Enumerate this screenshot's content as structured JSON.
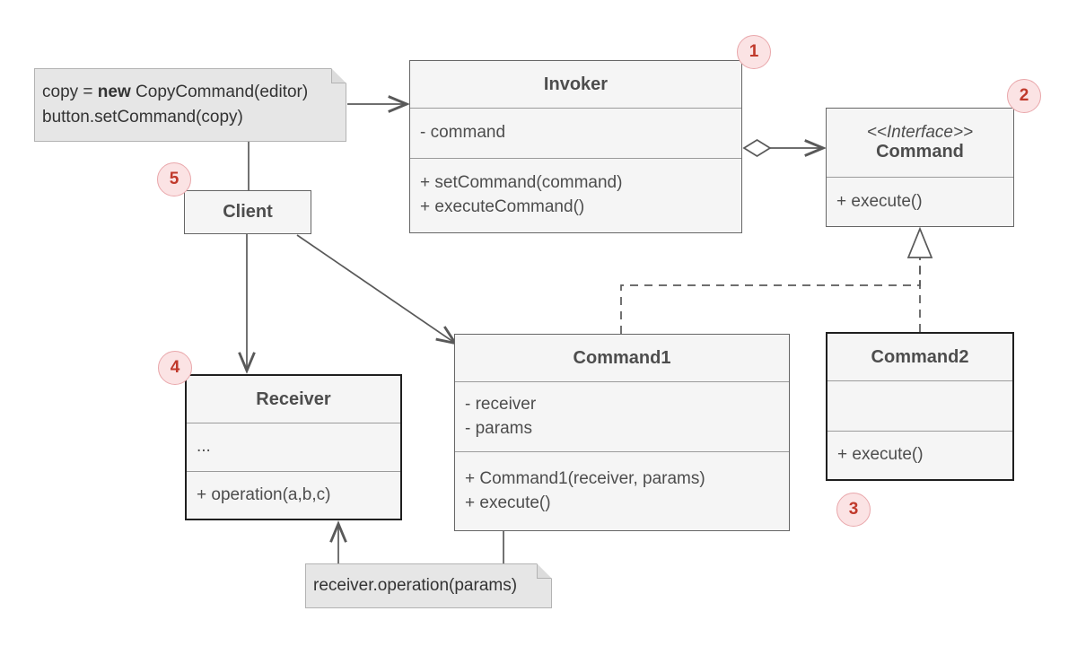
{
  "diagram": {
    "title": "Command design pattern UML class diagram",
    "background_color": "#ffffff",
    "line_color": "#595959",
    "box_fill": "#f5f5f5",
    "box_border": "#666666",
    "note_fill": "#e6e6e6",
    "badge_fill": "#fbe3e4",
    "badge_border": "#e9a7ab",
    "badge_text_color": "#c0392b"
  },
  "classes": {
    "invoker": {
      "name": "Invoker",
      "attributes": [
        "- command"
      ],
      "operations": [
        "+ setCommand(command)",
        "+ executeCommand()"
      ]
    },
    "command": {
      "stereotype": "<<Interface>>",
      "name": "Command",
      "operations": [
        "+ execute()"
      ]
    },
    "client": {
      "name": "Client"
    },
    "receiver": {
      "name": "Receiver",
      "attributes": [
        "..."
      ],
      "operations": [
        "+ operation(a,b,c)"
      ]
    },
    "command1": {
      "name": "Command1",
      "attributes": [
        "- receiver",
        "- params"
      ],
      "operations": [
        "+ Command1(receiver, params)",
        "+ execute()"
      ]
    },
    "command2": {
      "name": "Command2",
      "attributes": [
        ""
      ],
      "operations": [
        "+ execute()"
      ]
    }
  },
  "notes": {
    "client_code": {
      "line1_prefix": "copy = ",
      "line1_keyword": "new",
      "line1_suffix": " CopyCommand(editor)",
      "line2": "button.setCommand(copy)"
    },
    "receiver_call": {
      "line1": "receiver.operation(params)"
    }
  },
  "badges": [
    {
      "id": "badge-1",
      "label": "1"
    },
    {
      "id": "badge-2",
      "label": "2"
    },
    {
      "id": "badge-3",
      "label": "3"
    },
    {
      "id": "badge-4",
      "label": "4"
    },
    {
      "id": "badge-5",
      "label": "5"
    }
  ],
  "relationships": [
    {
      "name": "note-to-invoker",
      "from": "client_code_note",
      "to": "invoker",
      "type": "open-arrow"
    },
    {
      "name": "note-to-client",
      "from": "client_code_note",
      "to": "client",
      "type": "plain-line"
    },
    {
      "name": "invoker-aggregates-command",
      "from": "invoker",
      "to": "command",
      "type": "aggregation-open-arrow"
    },
    {
      "name": "client-to-receiver",
      "from": "client",
      "to": "receiver",
      "type": "open-arrow"
    },
    {
      "name": "client-to-command1",
      "from": "client",
      "to": "command1",
      "type": "open-arrow"
    },
    {
      "name": "command1-realizes-command",
      "from": "command1",
      "to": "command",
      "type": "dashed-hollow-triangle"
    },
    {
      "name": "command2-realizes-command",
      "from": "command2",
      "to": "command",
      "type": "dashed-hollow-triangle"
    },
    {
      "name": "receiver-call-note-to-receiver",
      "from": "receiver_call_note",
      "to": "receiver",
      "type": "open-arrow"
    },
    {
      "name": "receiver-call-note-to-command1",
      "from": "receiver_call_note",
      "to": "command1",
      "type": "plain-line"
    }
  ]
}
